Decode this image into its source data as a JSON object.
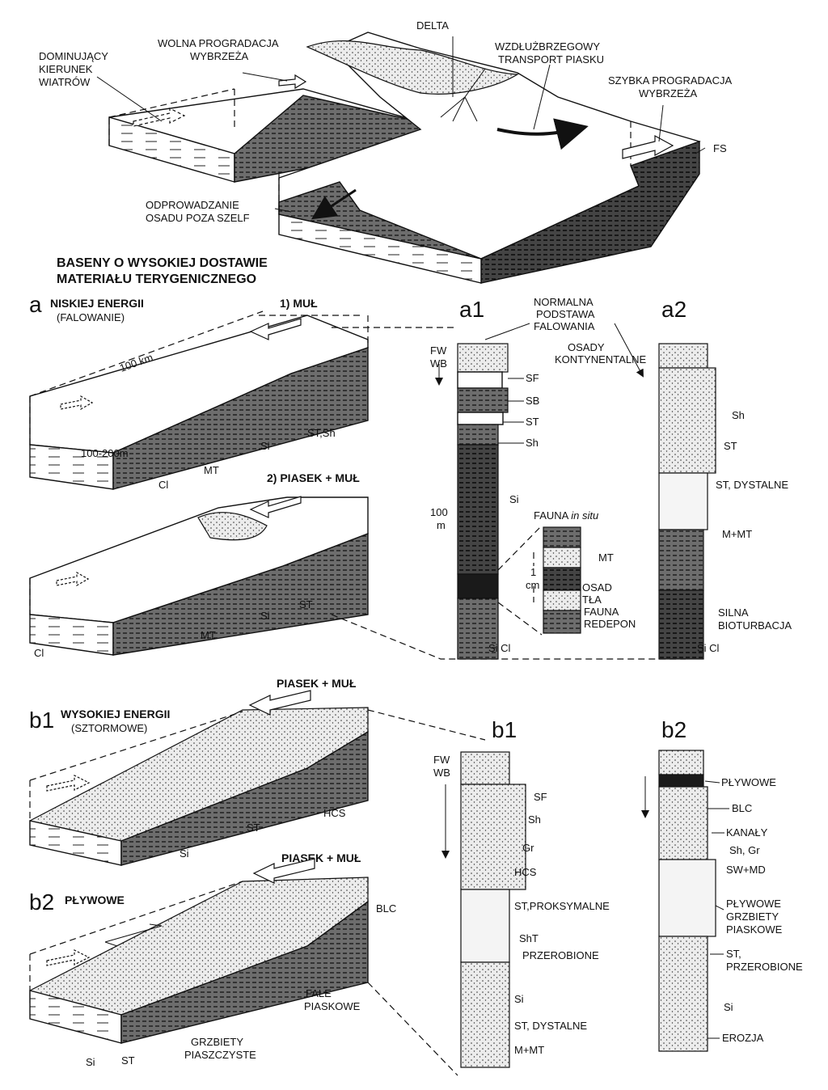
{
  "top_block": {
    "dominant_wind": "DOMINUJĄCY\nKIERUNEK\nWIATRÓW",
    "slow_progradation": "WOLNA PROGRADACJA\nWYBRZEŻA",
    "delta": "DELTA",
    "longshore_transport": "WZDŁUŻBRZEGOWY\nTRANSPORT PIASKU",
    "fast_progradation": "SZYBKA PROGRADACJA\nWYBRZEŻA",
    "fs": "FS",
    "offshelf": "ODPROWADZANIE\nOSADU POZA SZELF"
  },
  "section_title": "BASENY O WYSOKIEJ DOSTAWIE\nMATERIAŁU TERYGENICZNEGO",
  "panel_a": {
    "letter": "a",
    "heading": "NISKIEJ ENERGII",
    "subheading": "(FALOWANIE)",
    "case1": "1) MUŁ",
    "case2": "2) PIASEK + MUŁ",
    "distance": "100 km",
    "depth": "100-200m",
    "labels": {
      "cl": "Cl",
      "mt": "MT",
      "si": "Si",
      "stsh": "ST,Sh",
      "st": "ST"
    }
  },
  "column_a1": {
    "title": "a1",
    "fwwb": "FW\nWB",
    "normal_base": "NORMALNA\nPODSTAWA\nFALOWANIA",
    "scale": "100\nm",
    "labels": [
      "SF",
      "SB",
      "ST",
      "Sh",
      "Si",
      "Si Cl"
    ],
    "inset_title": "FAUNA in situ",
    "inset_scale": "1\ncm",
    "inset_labels": {
      "mt": "MT",
      "background": "OSAD\nTŁA",
      "redeposited": "FAUNA\nREDEPON"
    }
  },
  "column_a2": {
    "title": "a2",
    "continental": "OSADY\nKONTYNENTALNE",
    "labels": [
      "Sh",
      "ST",
      "ST, DYSTALNE",
      "M+MT",
      "SILNA\nBIOTURBACJA",
      "Si Cl"
    ]
  },
  "panel_b1": {
    "letter": "b1",
    "heading": "WYSOKIEJ ENERGII",
    "subheading": "(SZTORMOWE)",
    "input": "PIASEK + MUŁ",
    "labels": {
      "hcs": "HCS",
      "st": "ST",
      "si": "Si"
    }
  },
  "panel_b2": {
    "letter": "b2",
    "heading": "PŁYWOWE",
    "input": "PIASEK + MUŁ",
    "labels": {
      "blc": "BLC",
      "sand_waves": "FALE\nPIASKOWE",
      "sand_ridges": "GRZBIETY\nPIASZCZYSTE",
      "si": "Si",
      "st": "ST"
    }
  },
  "column_b1": {
    "title": "b1",
    "fwwb": "FW\nWB",
    "labels": [
      "SF",
      "Sh",
      "Gr",
      "HCS",
      "ST,PROKSYMALNE",
      "ShT",
      "PRZEROBIONE",
      "Si",
      "ST, DYSTALNE",
      "M+MT"
    ]
  },
  "column_b2": {
    "title": "b2",
    "labels": [
      "PŁYWOWE",
      "BLC",
      "KANAŁY",
      "Sh, Gr",
      "SW+MD",
      "PŁYWOWE\nGRZBIETY\nPIASKOWE",
      "ST,\nPRZEROBIONE",
      "Si",
      "EROZJA"
    ]
  }
}
